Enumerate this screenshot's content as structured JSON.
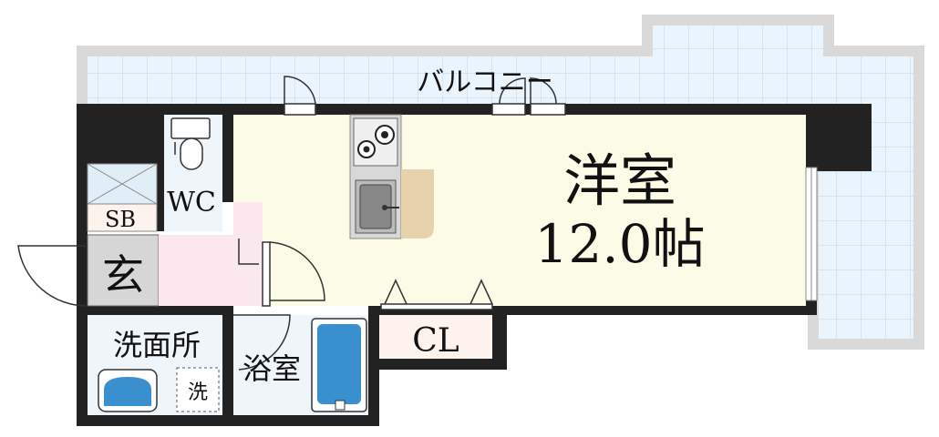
{
  "plan": {
    "balcony_label": "バルコニー",
    "rooms": {
      "western_room": {
        "name": "洋室",
        "size": "12.0帖"
      },
      "wc": "WC",
      "sb": "SB",
      "entrance": "玄",
      "washroom": "洗面所",
      "bath": "浴室",
      "closet": "CL",
      "washer": "洗"
    },
    "icons": [
      "toilet-icon",
      "stove-icon",
      "sink-icon",
      "washbasin-icon",
      "bathtub-icon",
      "washer-space-icon"
    ],
    "colors": {
      "wall": "#222222",
      "western_floor": "#fbfbe6",
      "balcony_tile": "#eaf4fc",
      "balcony_frame": "#d8d8d8",
      "wet_floor": "#eef6fc",
      "hall_floor": "#fbe8ef",
      "closet_floor": "#fdf3ec",
      "counter": "#e6d3ad",
      "fixture_blue": "#3a8fcf"
    }
  }
}
